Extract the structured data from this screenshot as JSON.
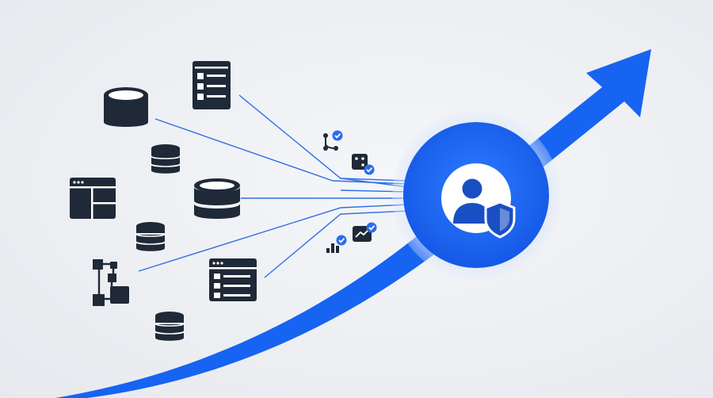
{
  "colors": {
    "background": "#eef0f4",
    "accent_blue": "#1763f2",
    "hub_blue": "#1f6bf5",
    "hub_glow": "#c9dafc",
    "icon_dark": "#1f2937",
    "connector_line": "#2f6fe6",
    "check_badge": "#2a6cf0"
  },
  "diagram": {
    "hub": {
      "icon": "user-shield-icon"
    },
    "arrow": {
      "icon": "growth-arrow"
    },
    "sources": [
      {
        "id": "window-list-top",
        "icon": "app-window-list-icon"
      },
      {
        "id": "database-large-top",
        "icon": "database-cylinder-icon"
      },
      {
        "id": "database-stack-small-1",
        "icon": "database-stack-icon"
      },
      {
        "id": "app-layout-window",
        "icon": "app-layout-window-icon"
      },
      {
        "id": "database-large-middle",
        "icon": "database-cylinder-icon"
      },
      {
        "id": "database-stack-small-2",
        "icon": "database-stack-icon"
      },
      {
        "id": "workflow-graph",
        "icon": "workflow-nodes-icon"
      },
      {
        "id": "window-list-bottom",
        "icon": "app-window-list-icon"
      },
      {
        "id": "database-stack-small-3",
        "icon": "database-stack-icon"
      }
    ],
    "verified_badges": [
      {
        "id": "branch-verified",
        "icon": "branch-check-icon"
      },
      {
        "id": "dice-verified",
        "icon": "dice-check-icon"
      },
      {
        "id": "bar-chart-verified",
        "icon": "bar-chart-check-icon"
      },
      {
        "id": "trend-chart-verified",
        "icon": "trend-chart-check-icon"
      }
    ]
  }
}
